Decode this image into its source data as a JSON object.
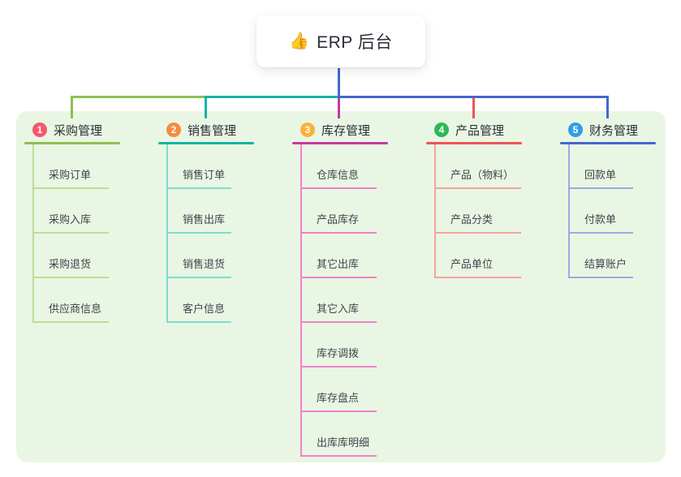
{
  "root": {
    "icon": "👍",
    "label": "ERP 后台"
  },
  "colors": {
    "panel_bg": "#e9f6e3",
    "root_line": "#4467cb",
    "card_bg": "#ffffff",
    "title_text": "#2b2f36",
    "child_text": "#41454c"
  },
  "branches": [
    {
      "num": "1",
      "label": "采购管理",
      "badge_color": "#f5576c",
      "line_color": "#8cc152",
      "child_line_color": "#bade97",
      "children": [
        "采购订单",
        "采购入库",
        "采购退货",
        "供应商信息"
      ]
    },
    {
      "num": "2",
      "label": "销售管理",
      "badge_color": "#f58c3e",
      "line_color": "#17b3a3",
      "child_line_color": "#7edcd2",
      "children": [
        "销售订单",
        "销售出库",
        "销售退货",
        "客户信息"
      ]
    },
    {
      "num": "3",
      "label": "库存管理",
      "badge_color": "#fbb03b",
      "line_color": "#c43a9e",
      "child_line_color": "#ef82c7",
      "children": [
        "仓库信息",
        "产品库存",
        "其它出库",
        "其它入库",
        "库存调拨",
        "库存盘点",
        "出库库明细"
      ]
    },
    {
      "num": "4",
      "label": "产品管理",
      "badge_color": "#2fb857",
      "line_color": "#f05355",
      "child_line_color": "#f7a39e",
      "children": [
        "产品（物料）",
        "产品分类",
        "产品单位"
      ]
    },
    {
      "num": "5",
      "label": "财务管理",
      "badge_color": "#2e9fe6",
      "line_color": "#4467cb",
      "child_line_color": "#97acdf",
      "children": [
        "回款单",
        "付款单",
        "结算账户"
      ]
    }
  ]
}
